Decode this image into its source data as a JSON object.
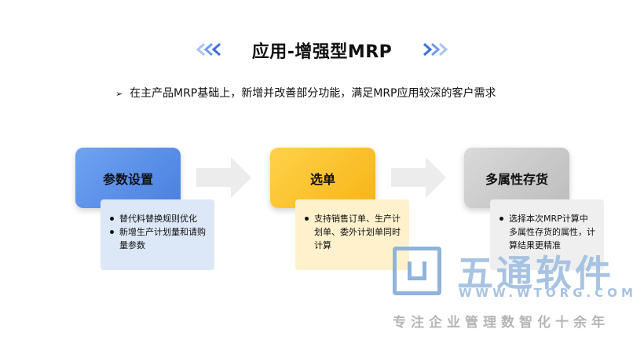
{
  "header": {
    "title": "应用-增强型MRP",
    "left_decoration_icon": "double-chevron-left",
    "right_decoration_icon": "double-chevron-right",
    "accent_color": "#3b6fe0"
  },
  "intro": {
    "bullet_icon": "➢",
    "text": "在主产品MRP基础上，新增并改善部分功能，满足MRP应用较深的客户需求"
  },
  "steps": [
    {
      "label": "参数设置",
      "color": "#5b8fe8",
      "details": [
        "替代料替换规则优化",
        "新增生产计划量和请购量参数"
      ]
    },
    {
      "label": "选单",
      "color": "#fbc02d",
      "details": [
        "支持销售订单、生产计划单、委外计划单同时计算"
      ]
    },
    {
      "label": "多属性存货",
      "color": "#cfcfcf",
      "details": [
        "选择本次MRP计算中多属性存货的属性，计算结果更精准"
      ]
    }
  ],
  "watermark": {
    "name": "五通软件",
    "url": "WWW.WTORG.COM",
    "slogan": "专注企业管理数智化十余年"
  }
}
